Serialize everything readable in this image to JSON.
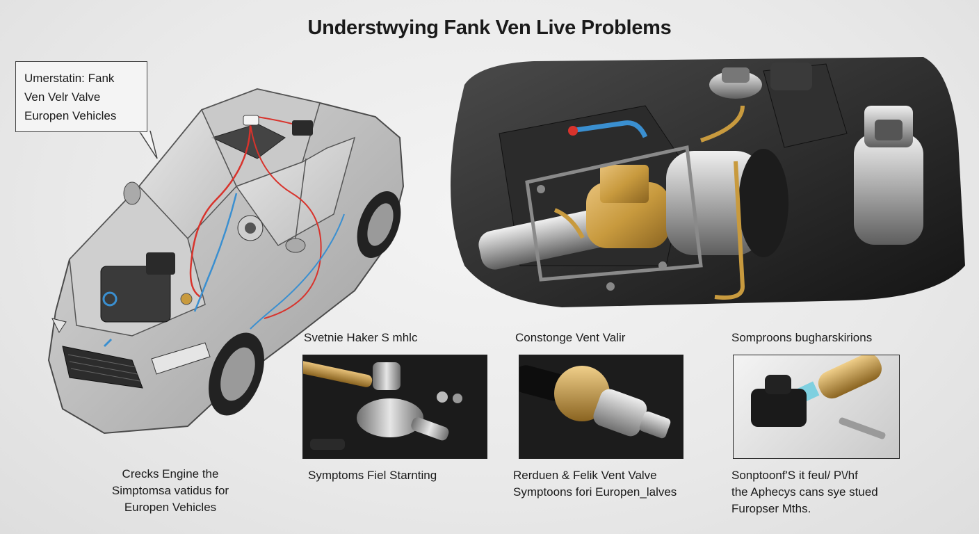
{
  "title": "Understwying Fank Ven Live Problems",
  "callout": {
    "lines": [
      "Umerstatin: Fank",
      "Ven Velr Valve",
      "Europen Vehicles"
    ]
  },
  "car_caption": {
    "lines": [
      "Crecks Engine the",
      "Simptomsa vatidus for",
      "Europen Vehicles"
    ]
  },
  "panels": [
    {
      "heading": "Svetnie Haker S mhlc",
      "caption_lines": [
        "Symptoms Fiel Starnting"
      ]
    },
    {
      "heading": "Constonge Vent Valir",
      "caption_lines": [
        "Rerduen & Felik Vent Valve",
        "Symptoons fori Europen_lalves"
      ]
    },
    {
      "heading": "Somproons bugharskirions",
      "caption_lines": [
        "Sonptoonf'S it feul/ P\\/hf",
        "the Aphecys cans sye stued",
        "Furopser Mths."
      ]
    }
  ],
  "colors": {
    "brass": "#c89a3e",
    "hose_blue": "#3a8fd0",
    "wire_red": "#d8332c",
    "dark_panel": "#1e1e1e"
  }
}
